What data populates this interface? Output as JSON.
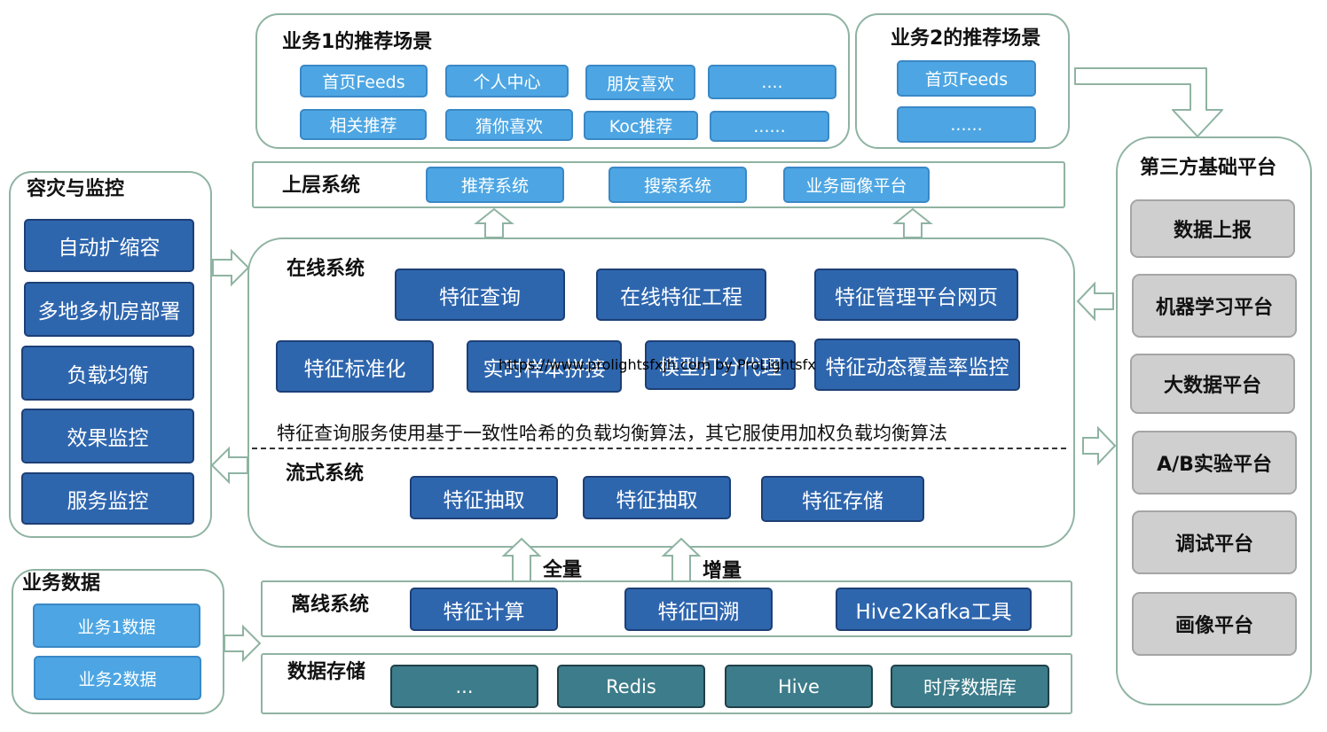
{
  "biz1": {
    "title": "业务1的推荐场景",
    "items": [
      "首页Feeds",
      "个人中心",
      "朋友喜欢",
      "....",
      "相关推荐",
      "猜你喜欢",
      "Koc推荐",
      "......"
    ]
  },
  "biz2": {
    "title": "业务2的推荐场景",
    "items": [
      "首页Feeds",
      "......"
    ]
  },
  "upper": {
    "title": "上层系统",
    "items": [
      "推荐系统",
      "搜索系统",
      "业务画像平台"
    ]
  },
  "disaster": {
    "title": "容灾与监控",
    "items": [
      "自动扩缩容",
      "多地多机房部署",
      "负载均衡",
      "效果监控",
      "服务监控"
    ]
  },
  "online": {
    "title": "在线系统",
    "items": [
      "特征查询",
      "在线特征工程",
      "特征管理平台网页",
      "特征标准化",
      "实时样本拼接",
      "模型打分代理",
      "特征动态覆盖率监控"
    ],
    "note": "特征查询服务使用基于一致性哈希的负载均衡算法，其它服使用加权负载均衡算法"
  },
  "stream": {
    "title": "流式系统",
    "items": [
      "特征抽取",
      "特征抽取",
      "特征存储"
    ]
  },
  "third": {
    "title": "第三方基础平台",
    "items": [
      "数据上报",
      "机器学习平台",
      "大数据平台",
      "A/B实验平台",
      "调试平台",
      "画像平台"
    ]
  },
  "bizdata": {
    "title": "业务数据",
    "items": [
      "业务1数据",
      "业务2数据"
    ]
  },
  "offline": {
    "title": "离线系统",
    "items": [
      "特征计算",
      "特征回溯",
      "Hive2Kafka工具"
    ]
  },
  "storage": {
    "title": "数据存储",
    "items": [
      "...",
      "Redis",
      "Hive",
      "时序数据库"
    ]
  },
  "arrows": {
    "full": "全量",
    "incremental": "增量"
  },
  "watermark": "https://www.prolightsfxjh.com by ProLightsfx",
  "colors": {
    "panel_border": "#8fb3a2",
    "light_blue": "#4da6e3",
    "dark_blue": "#2e66ae",
    "teal": "#3d7c8a",
    "grey": "#cfcfcf"
  }
}
